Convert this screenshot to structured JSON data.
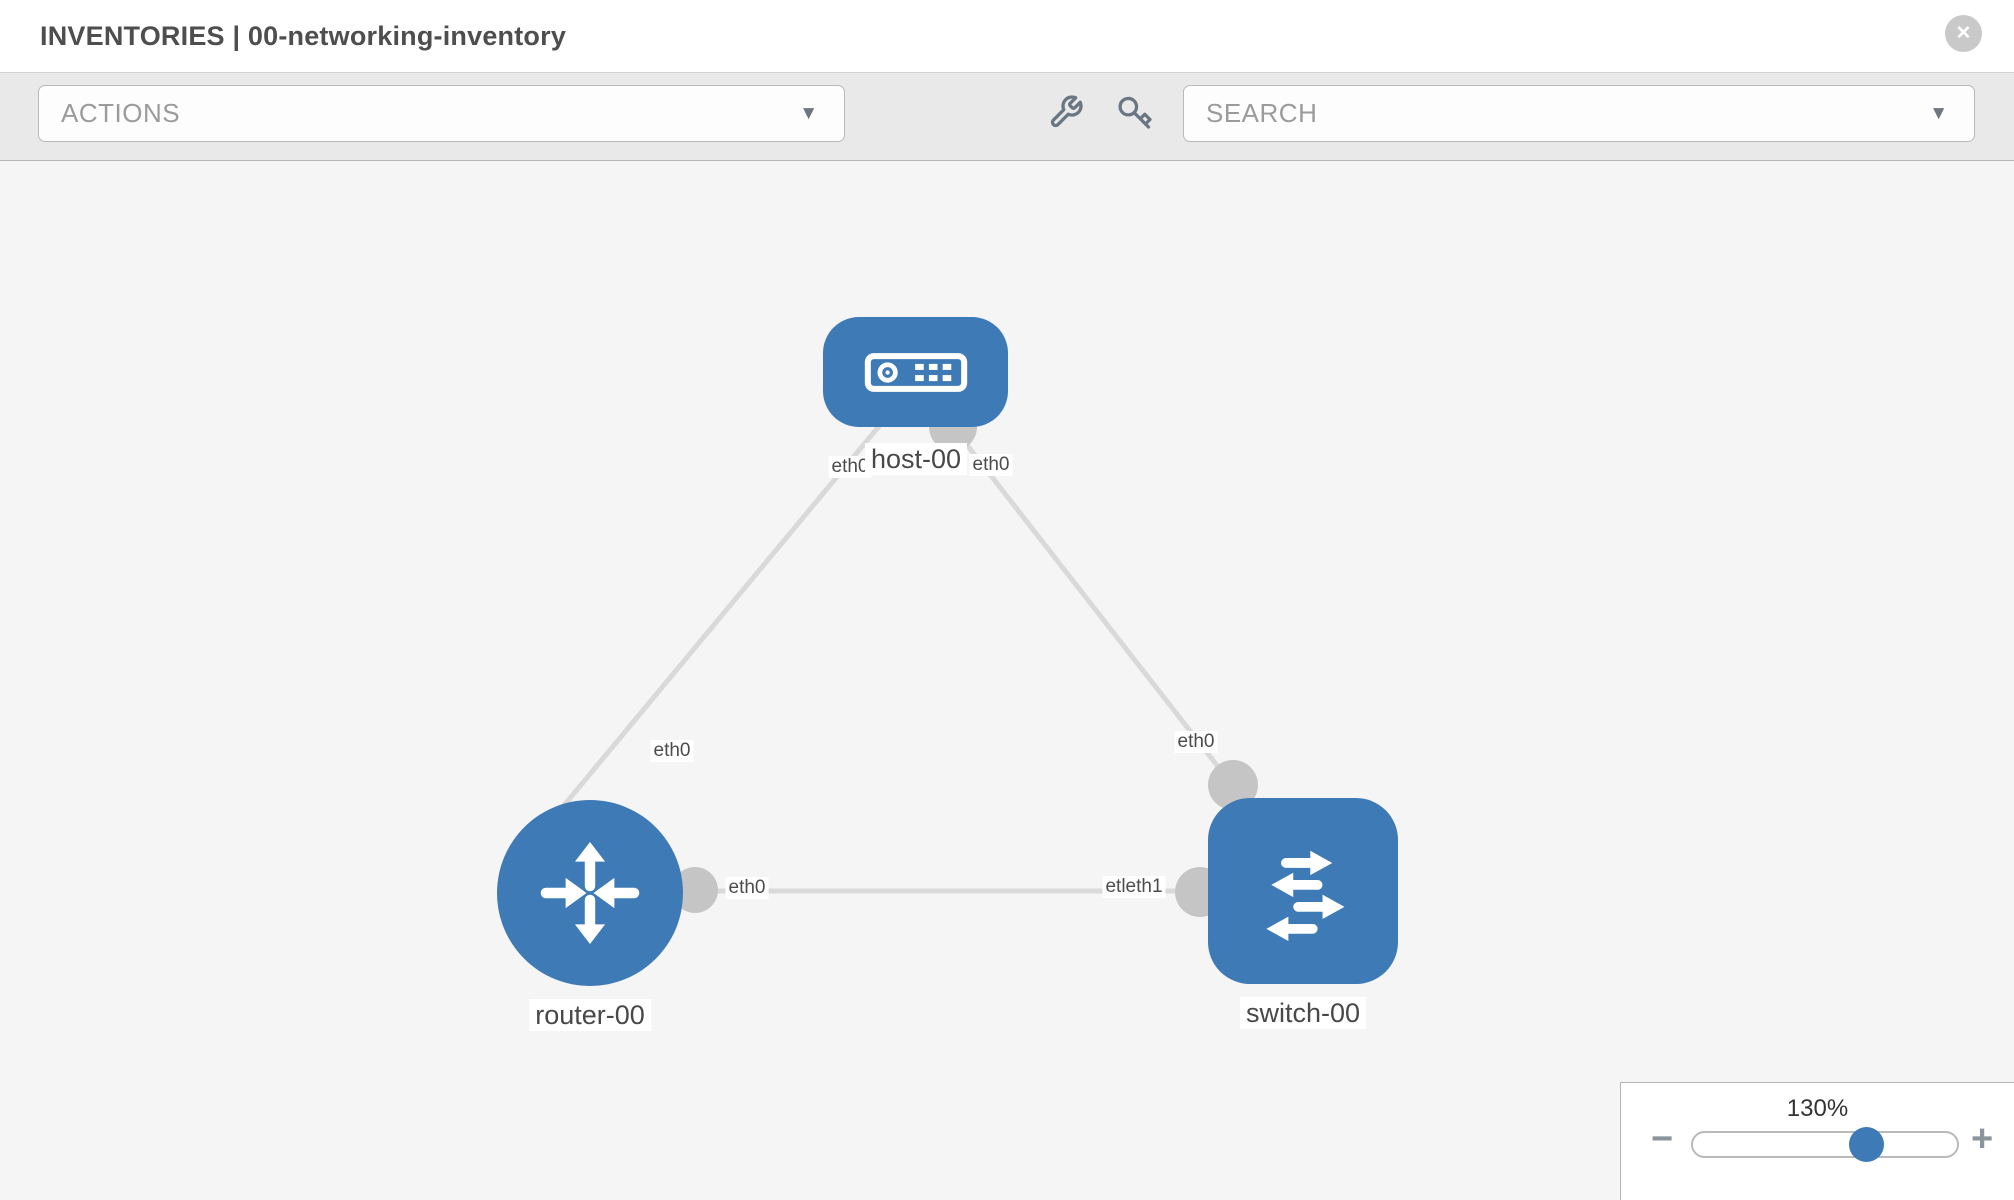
{
  "header": {
    "title": "INVENTORIES | 00-networking-inventory",
    "close_glyph": "✕"
  },
  "toolbar": {
    "actions_label": "ACTIONS",
    "search_placeholder": "SEARCH",
    "caret_glyph": "▼",
    "icon_buttons": [
      "wrench-icon",
      "key-icon"
    ]
  },
  "topology": {
    "nodes": [
      {
        "id": "host-00",
        "type": "host",
        "label": "host-00"
      },
      {
        "id": "router-00",
        "type": "router",
        "label": "router-00"
      },
      {
        "id": "switch-00",
        "type": "switch",
        "label": "switch-00"
      }
    ],
    "links": [
      {
        "source": "host-00",
        "target": "router-00",
        "source_interface": "eth0",
        "target_interface": "eth0"
      },
      {
        "source": "host-00",
        "target": "switch-00",
        "source_interface": "eth0",
        "target_interface": "eth0"
      },
      {
        "source": "router-00",
        "target": "switch-00",
        "source_interface": "eth0",
        "target_interface_display": "etleth1"
      }
    ],
    "interface_labels": {
      "host_left": "eth0",
      "host_right": "eth0",
      "router_diag": "eth0",
      "switch_diag": "eth0",
      "router_horiz": "eth0",
      "switch_horiz": "etleth1"
    },
    "colors": {
      "node_fill": "#3d7ab6",
      "link_stroke": "#d9d9d9",
      "port_fill": "#c5c5c5",
      "label_text": "#4c4c4c"
    }
  },
  "zoom_control": {
    "level_label": "130%",
    "value_percent": 130,
    "minus_glyph": "−",
    "plus_glyph": "+"
  }
}
